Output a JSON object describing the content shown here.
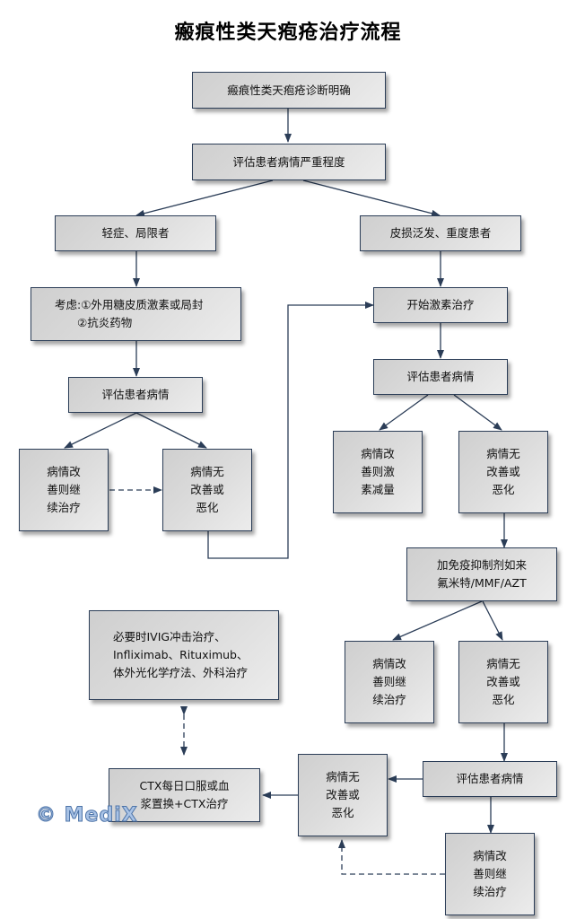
{
  "title": "瘢痕性类天疱疮治疗流程",
  "watermark": "© MediX",
  "colors": {
    "edge": "#2b3d57",
    "node_border": "#2b3d57",
    "node_fill": "#dcdcdc"
  },
  "nodes": {
    "diagnosis": "瘢痕性类天疱疮诊断明确",
    "assess_severity": "评估患者病情严重程度",
    "mild": "轻症、局限者",
    "severe": "皮损泛发、重度患者",
    "consider": "考虑:①外用糖皮质激素或局封\n　　②抗炎药物",
    "start_steroid": "开始激素治疗",
    "assess_left": "评估患者病情",
    "assess_right": "评估患者病情",
    "left_improve": "病情改\n善则继\n续治疗",
    "left_worse": "病情无\n改善或\n恶化",
    "steroid_improve": "病情改\n善则激\n素减量",
    "steroid_worse": "病情无\n改善或\n恶化",
    "immuno": "加免疫抑制剂如来\n氟米特/MMF/AZT",
    "immuno_improve": "病情改\n善则继\n续治疗",
    "immuno_worse": "病情无\n改善或\n恶化",
    "ivig": "必要时IVIG冲击治疗、\nInfliximab、Rituximub、\n体外光化学疗法、外科治疗",
    "ctx": "CTX每日口服或血\n浆置换+CTX治疗",
    "assess_bottom": "评估患者病情",
    "bottom_worse": "病情无\n改善或\n恶化",
    "bottom_improve": "病情改\n善则继\n续治疗"
  }
}
